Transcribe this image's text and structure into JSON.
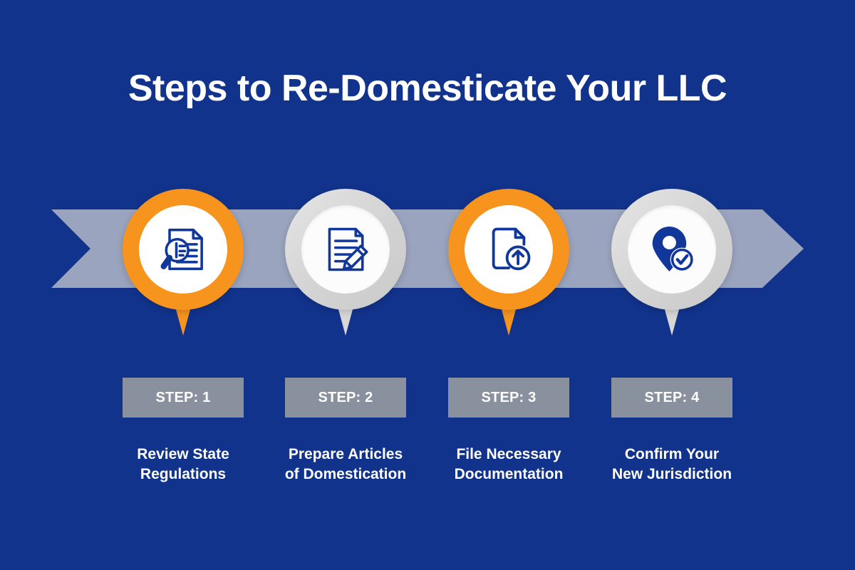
{
  "page": {
    "title": "Steps to Re-Domesticate Your LLC",
    "background_color": "#12338C"
  },
  "theme": {
    "background_blue": "#12338C",
    "banner_gray": "#9BA4BE",
    "chip_gray": "#8A919E",
    "accent_orange": "#F7941E",
    "muted_gray": "#D6D7D6",
    "icon_blue": "#12379B",
    "text_white": "#FFFFFF"
  },
  "banner": {
    "name": "process-arrow-banner",
    "color": "#9BA4BE"
  },
  "steps": [
    {
      "index": 1,
      "chip_label": "STEP: 1",
      "caption": "Review State\nRegulations",
      "icon": "document-magnifier-icon",
      "highlight": "accent",
      "ring_color": "#F7941E"
    },
    {
      "index": 2,
      "chip_label": "STEP: 2",
      "caption": "Prepare Articles\nof Domestication",
      "icon": "document-pencil-icon",
      "highlight": "muted",
      "ring_color": "#D6D7D6"
    },
    {
      "index": 3,
      "chip_label": "STEP: 3",
      "caption": "File Necessary\nDocumentation",
      "icon": "document-upload-icon",
      "highlight": "accent",
      "ring_color": "#F7941E"
    },
    {
      "index": 4,
      "chip_label": "STEP: 4",
      "caption": "Confirm Your\nNew Jurisdiction",
      "icon": "map-pin-check-icon",
      "highlight": "muted",
      "ring_color": "#D6D7D6"
    }
  ]
}
